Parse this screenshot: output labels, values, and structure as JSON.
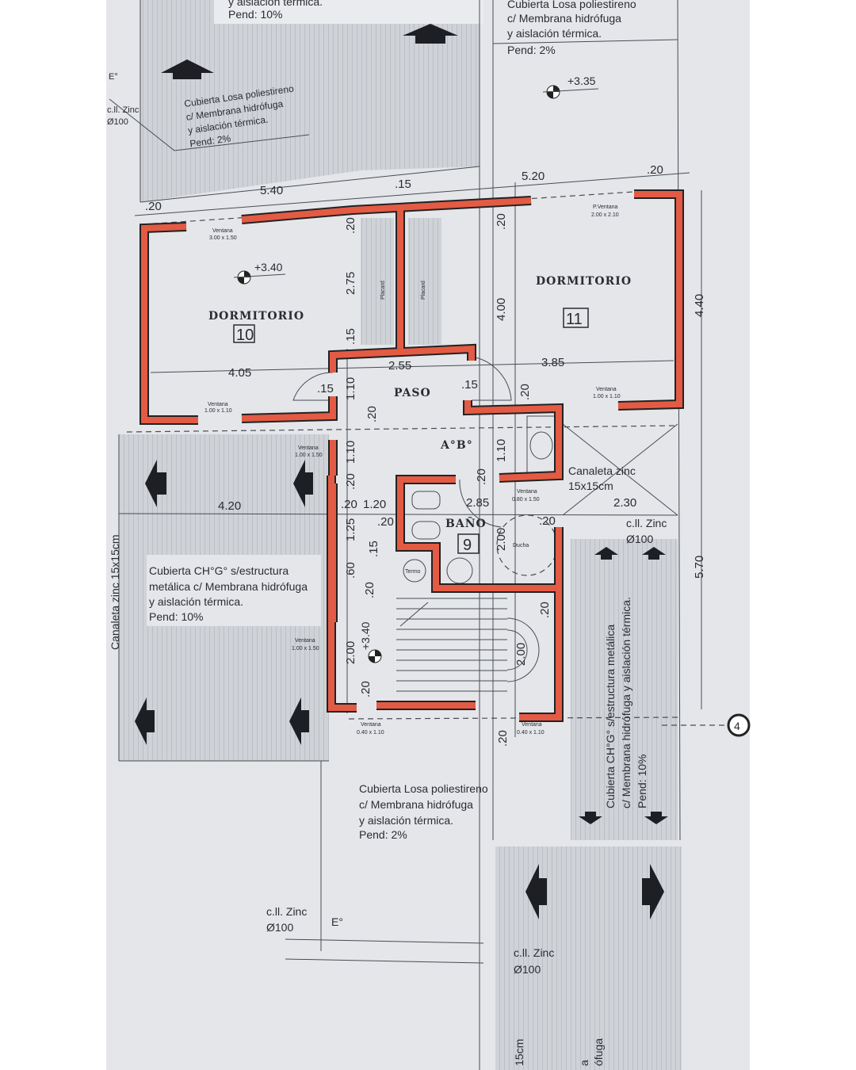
{
  "colors": {
    "paper": "#e4e6ea",
    "wall_fill": "#e35b44",
    "wall_outline": "#222222",
    "hatch": "#b9bcc2",
    "ink": "#2a2c33"
  },
  "roofs": {
    "top_left": {
      "line1": "y aislación térmica.",
      "line2": "Pend: 10%"
    },
    "top_right": {
      "line1": "Cubierta Losa poliestireno",
      "line2": "c/ Membrana hidrófuga",
      "line3": "y aislación térmica.",
      "line4": "Pend: 2%"
    },
    "upper_left": {
      "line1": "Cubierta Losa poliestireno",
      "line2": "c/ Membrana hidrófuga",
      "line3": "y aislación térmica.",
      "line4": "Pend: 2%"
    },
    "left": {
      "line1": "Cubierta CH°G° s/estructura",
      "line2": "metálica c/ Membrana hidrófuga",
      "line3": "y aislación térmica.",
      "line4": "Pend: 10%"
    },
    "right": {
      "line1": "Cubierta CH°G° s/estructura metálica",
      "line2": "c/ Membrana hidrófuga y aislación térmica.",
      "line3": "Pend: 10%"
    },
    "bottom": {
      "line1": "Cubierta Losa poliestireno",
      "line2": "c/ Membrana hidrófuga",
      "line3": "y aislación térmica.",
      "line4": "Pend: 2%"
    },
    "bottom_right_cut": {
      "line1": "15cm",
      "line2": "a",
      "line3": "ófuga"
    }
  },
  "levels": {
    "roof_right": "+3.35",
    "dorm10": "+3.40",
    "stair": "+3.40"
  },
  "rooms": {
    "dorm10": {
      "name": "DORMITORIO",
      "number": "10"
    },
    "dorm11": {
      "name": "DORMITORIO",
      "number": "11"
    },
    "paso": {
      "name": "PASO"
    },
    "ab": {
      "name": "A°B°"
    },
    "bano": {
      "name": "BAÑO",
      "number": "9"
    },
    "ducha": "Ducha",
    "termo": "Termo",
    "placard": "Placard"
  },
  "windows": {
    "w1": {
      "label": "Ventana",
      "size": "3.00 x 1.50"
    },
    "w2": {
      "label": "P.Ventana",
      "size": "2.00 x 2.10"
    },
    "w3": {
      "label": "Ventana",
      "size": "1.00 x 1.10"
    },
    "w4": {
      "label": "Ventana",
      "size": "1.00 x 1.10"
    },
    "w5": {
      "label": "Ventana",
      "size": "1.00 x 1.50"
    },
    "w6": {
      "label": "Ventana",
      "size": "0.80 x 1.50"
    },
    "w7": {
      "label": "Ventana",
      "size": "1.00 x 1.50"
    },
    "w8": {
      "label": "Ventana",
      "size": "0.40 x 1.10"
    },
    "w9": {
      "label": "Ventana",
      "size": "0.40 x 1.10"
    }
  },
  "drains": {
    "top_left": {
      "line0": "E°",
      "line1": "c.ll. Zinc",
      "line2": "Ø100"
    },
    "mid_right": {
      "line1": "c.ll. Zinc",
      "line2": "Ø100"
    },
    "bottom": {
      "line1": "c.ll. Zinc",
      "line2": "Ø100",
      "line3": "E°"
    },
    "bottom_right": {
      "line1": "c.ll. Zinc",
      "line2": "Ø100"
    }
  },
  "gutters": {
    "right": {
      "line1": "Canaleta zinc",
      "line2": "15x15cm"
    },
    "left": "Canaleta zinc 15x15cm"
  },
  "axis_marker": "4",
  "dimensions": {
    "d540": "5.40",
    "d15a": ".15",
    "d520": "5.20",
    "d20top": ".20",
    "d20left": ".20",
    "d440": "4.40",
    "d570": "5.70",
    "d20a": ".20",
    "d275": "2.75",
    "d15b": ".15",
    "d20b": ".20",
    "d400": "4.00",
    "d405": "4.05",
    "d255": "2.55",
    "d385": "3.85",
    "d15c": ".15",
    "d110a": "1.10",
    "d15d": ".15",
    "d20c": ".20",
    "d20d": ".20",
    "d110b": "1.10",
    "d110c": "1.10",
    "d20e": ".20",
    "d20f": ".20",
    "d420": "4.20",
    "d20g": ".20",
    "d120": "1.20",
    "d285": "2.85",
    "d230": "2.30",
    "d20h": ".20",
    "d20i": ".20",
    "d125": "1.25",
    "d15e": ".15",
    "d200a": "2.00",
    "d60": ".60",
    "d20j": ".20",
    "d200b": "2.00",
    "d20k": ".20",
    "d200c": "2.00",
    "d20l": ".20",
    "d20m": ".20"
  }
}
